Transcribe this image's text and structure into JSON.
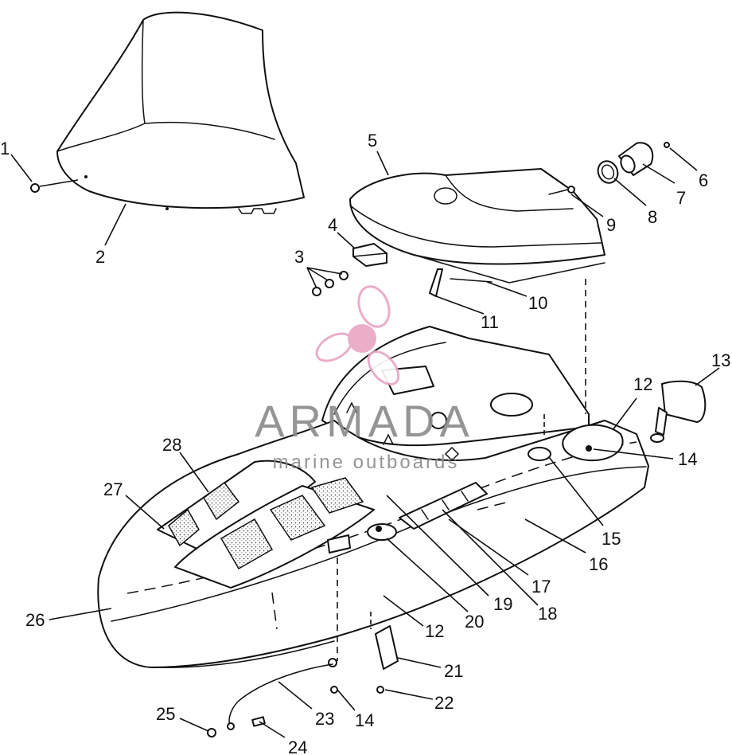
{
  "watermark": {
    "brand": "ARMADA",
    "tagline": "marine outboards",
    "logo_color": "#e8a6c4",
    "text_color": "#8a8a8a"
  },
  "callouts": [
    {
      "id": "c1",
      "label": "1"
    },
    {
      "id": "c2",
      "label": "2"
    },
    {
      "id": "c3",
      "label": "3"
    },
    {
      "id": "c4",
      "label": "4"
    },
    {
      "id": "c5",
      "label": "5"
    },
    {
      "id": "c6",
      "label": "6"
    },
    {
      "id": "c7",
      "label": "7"
    },
    {
      "id": "c8",
      "label": "8"
    },
    {
      "id": "c9",
      "label": "9"
    },
    {
      "id": "c10",
      "label": "10"
    },
    {
      "id": "c11",
      "label": "11"
    },
    {
      "id": "c12a",
      "label": "12"
    },
    {
      "id": "c13",
      "label": "13"
    },
    {
      "id": "c14a",
      "label": "14"
    },
    {
      "id": "c15",
      "label": "15"
    },
    {
      "id": "c16",
      "label": "16"
    },
    {
      "id": "c17",
      "label": "17"
    },
    {
      "id": "c18",
      "label": "18"
    },
    {
      "id": "c19",
      "label": "19"
    },
    {
      "id": "c20",
      "label": "20"
    },
    {
      "id": "c12b",
      "label": "12"
    },
    {
      "id": "c21",
      "label": "21"
    },
    {
      "id": "c22",
      "label": "22"
    },
    {
      "id": "c14b",
      "label": "14"
    },
    {
      "id": "c23",
      "label": "23"
    },
    {
      "id": "c24",
      "label": "24"
    },
    {
      "id": "c25",
      "label": "25"
    },
    {
      "id": "c26",
      "label": "26"
    },
    {
      "id": "c27",
      "label": "27"
    },
    {
      "id": "c28",
      "label": "28"
    }
  ]
}
